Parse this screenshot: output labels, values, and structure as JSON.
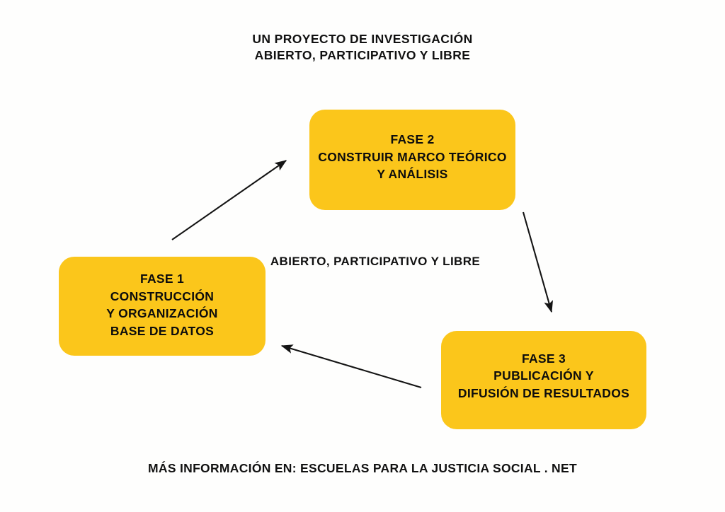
{
  "diagram": {
    "type": "cycle-flow",
    "background_color": "#fefefd",
    "accent_color": "#fbc61b",
    "text_color": "#0d0d0d",
    "title": {
      "line1": "UN PROYECTO DE INVESTIGACIÓN",
      "line2": "ABIERTO, PARTICIPATIVO Y LIBRE"
    },
    "center_note": "ABIERTO, PARTICIPATIVO Y LIBRE",
    "footer": "MÁS INFORMACIÓN EN: ESCUELAS PARA LA JUSTICIA SOCIAL . NET",
    "nodes": [
      {
        "id": "fase-1",
        "lines": [
          "FASE 1",
          "CONSTRUCCIÓN",
          "Y ORGANIZACIÓN",
          "BASE DE DATOS"
        ]
      },
      {
        "id": "fase-2",
        "lines": [
          "FASE 2",
          "CONSTRUIR MARCO TEÓRICO",
          "Y ANÁLISIS"
        ]
      },
      {
        "id": "fase-3",
        "lines": [
          "FASE 3",
          "PUBLICACIÓN Y",
          "DIFUSIÓN DE RESULTADOS"
        ]
      }
    ],
    "edges": [
      {
        "id": "edge-fase1-to-fase2",
        "from": "fase-1",
        "to": "fase-2",
        "direction": "up-right"
      },
      {
        "id": "edge-fase2-to-fase3",
        "from": "fase-2",
        "to": "fase-3",
        "direction": "down-right"
      },
      {
        "id": "edge-fase3-to-fase1",
        "from": "fase-3",
        "to": "fase-1",
        "direction": "up-left"
      }
    ]
  }
}
